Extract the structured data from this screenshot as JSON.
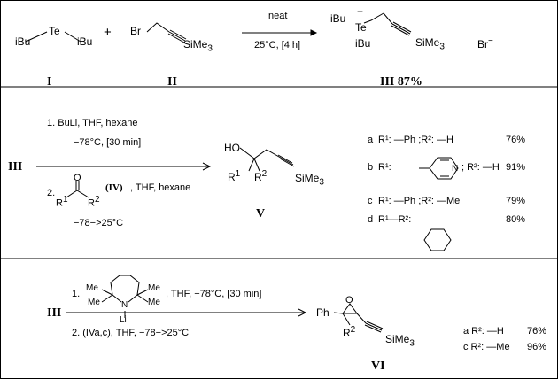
{
  "row1": {
    "compound_I": {
      "te": "Te",
      "left": "iBu",
      "right": "iBu",
      "label": "I"
    },
    "plus": "+",
    "compound_II": {
      "br": "Br",
      "tms": "SiMe",
      "tms_sub": "3",
      "label": "II"
    },
    "arrow_top": "neat",
    "arrow_bottom": "25°C, [4 h]",
    "compound_III": {
      "ibu_top": "iBu",
      "charge": "+",
      "te": "Te",
      "ibu_bottom": "iBu",
      "tms": "SiMe",
      "tms_sub": "3",
      "counterion": "Br",
      "counterion_charge": "−",
      "label": "III 87%"
    }
  },
  "row2": {
    "start_label": "III",
    "step1_line1": "1. BuLi, THF, hexane",
    "step1_line2": "−78°C, [30 min]",
    "step2_num": "2.",
    "step2_reagent": "(IV)",
    "step2_solvent": ", THF, hexane",
    "step2_temp": "−78−>25°C",
    "ketone": {
      "o": "O",
      "r1": "R",
      "r1_sup": "1",
      "r2": "R",
      "r2_sup": "2"
    },
    "product": {
      "ho": "HO",
      "r1": "R",
      "r1_sup": "1",
      "r2": "R",
      "r2_sup": "2",
      "tms": "SiMe",
      "tms_sub": "3",
      "label": "V"
    },
    "variants": [
      {
        "letter": "a",
        "text": "R¹: —Ph ;R²: —H",
        "yield": "76%"
      },
      {
        "letter": "b",
        "r1_prefix": "R¹:",
        "n": "N",
        "r2_text": "; R²: —H",
        "yield": "91%"
      },
      {
        "letter": "c",
        "text": "R¹: —Ph ;R²: —Me",
        "yield": "79%"
      },
      {
        "letter": "d",
        "text": "R¹—R²:",
        "yield": "80%"
      }
    ]
  },
  "row3": {
    "start_label": "III",
    "step1_num": "1.",
    "base": {
      "me1": "Me",
      "me2": "Me",
      "me3": "Me",
      "me4": "Me",
      "n": "N",
      "li": "Li"
    },
    "step1_text": ", THF, −78°C, [30 min]",
    "step2_text": "2. (IVa,c), THF, −78−>25°C",
    "product": {
      "ph": "Ph",
      "o": "O",
      "r2": "R",
      "r2_sup": "2",
      "tms": "SiMe",
      "tms_sub": "3",
      "label": "VI"
    },
    "variants": [
      {
        "text": "a  R²: —H",
        "yield": "76%"
      },
      {
        "text": "c  R²: —Me",
        "yield": "96%"
      }
    ]
  }
}
